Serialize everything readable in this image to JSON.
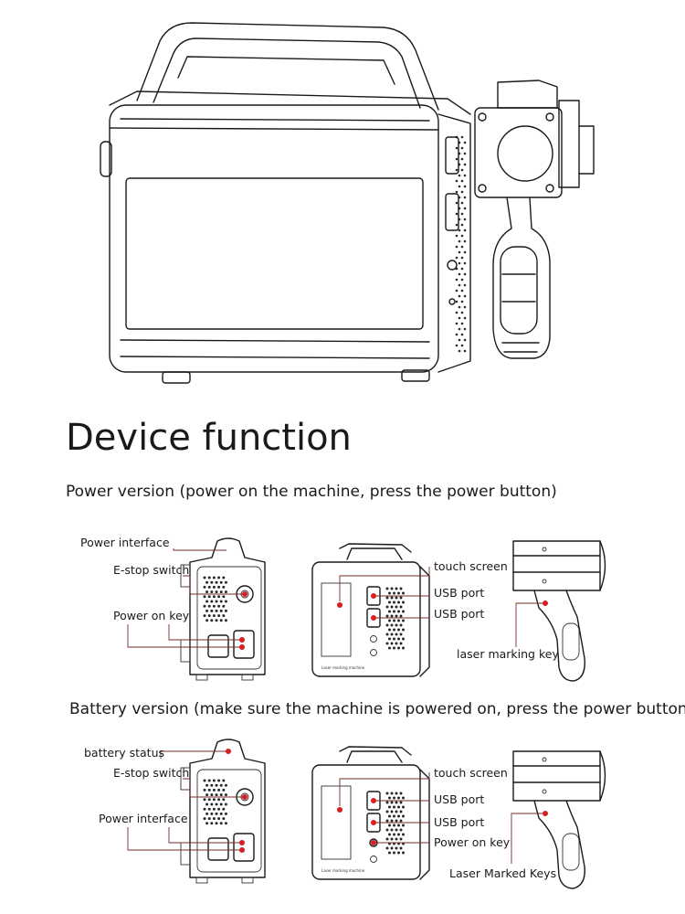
{
  "title": "Device function",
  "power_version": {
    "heading": "Power version (power on the machine, press the power button)",
    "labels": {
      "power_interface": "Power interface",
      "estop_switch": "E-stop switch",
      "power_on_key": "Power on key",
      "touch_screen": "touch screen",
      "usb_port_1": "USB port",
      "usb_port_2": "USB port",
      "laser_marking_key": "laser marking key"
    }
  },
  "battery_version": {
    "heading": "Battery version (make sure the machine is powered on, press the power button)",
    "labels": {
      "battery_status": "battery status",
      "estop_switch": "E-stop switch",
      "power_interface": "Power interface",
      "touch_screen": "touch screen",
      "usb_port_1": "USB port",
      "usb_port_2": "USB port",
      "power_on_key": "Power on key",
      "laser_marked_keys": "Laser Marked Keys"
    }
  },
  "colors": {
    "marker": "#d62020",
    "line": "#1a1a1a"
  },
  "icons": [
    "laser-marker-device-illustration",
    "side-panel-illustration",
    "front-panel-illustration",
    "handheld-gun-illustration"
  ]
}
